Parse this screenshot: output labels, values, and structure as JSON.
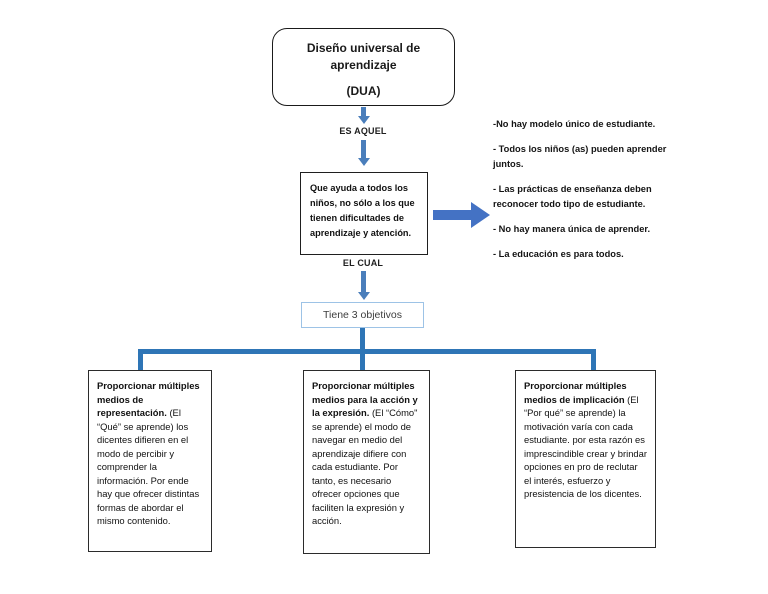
{
  "diagram": {
    "root": {
      "title": "Diseño universal de aprendizaje",
      "subtitle": "(DUA)"
    },
    "labels": {
      "es_aquel": "ES AQUEL",
      "el_cual": "EL CUAL"
    },
    "definition": "Que ayuda a todos los niños, no sólo a los que tienen dificultades de aprendizaje y atención.",
    "notes": [
      "-No hay modelo único de estudiante.",
      "- Todos los niños (as) pueden aprender juntos.",
      "- Las prácticas de enseñanza deben reconocer todo tipo de estudiante.",
      "- No hay manera única de aprender.",
      "- La educación es para todos."
    ],
    "objectives_label": "Tiene 3 objetivos",
    "objectives": [
      {
        "title": "Proporcionar múltiples medios de representación.",
        "body": "(El “Qué” se aprende) los dicentes difieren en el modo de percibir y comprender la información. Por ende hay que ofrecer distintas formas de abordar el mismo contenido."
      },
      {
        "title": "Proporcionar múltiples medios para la acción y la expresión.",
        "body": "(El “Cómo\" se aprende) el modo de navegar en medio del aprendizaje difiere con cada estudiante. Por tanto, es necesario ofrecer opciones que faciliten la expresión y acción."
      },
      {
        "title": "Proporcionar múltiples medios de implicación",
        "body": "(El “Por qué” se aprende) la motivación varía con cada estudiante. por esta razón es imprescindible crear y brindar opciones en pro de reclutar el interés, esfuerzo y presistencia de los dicentes."
      }
    ],
    "colors": {
      "small_arrow": "#4a7ebb",
      "block_arrow": "#4472c4",
      "connector": "#2e75b6",
      "objectives_border": "#9dc3e6"
    }
  }
}
